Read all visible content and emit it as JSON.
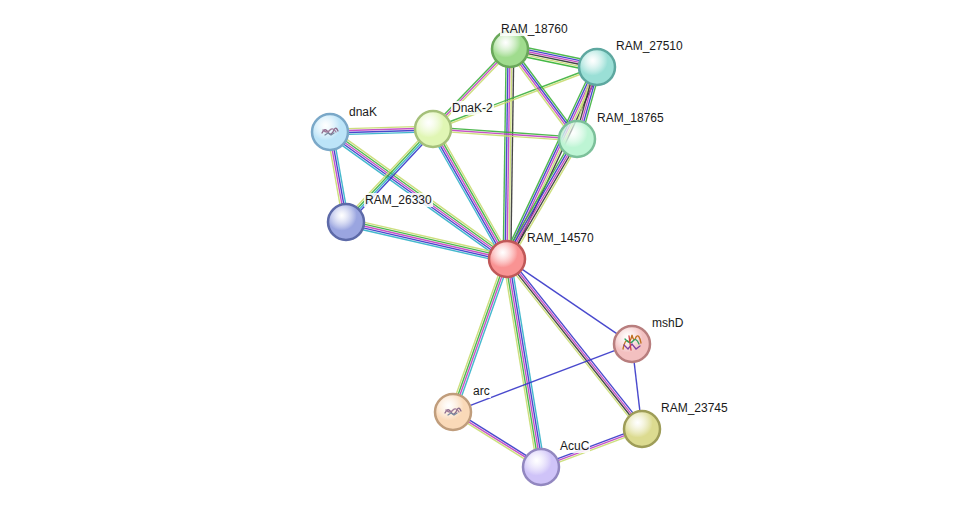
{
  "diagram": {
    "nodes": [
      {
        "text": [
          "RAM_18760"
        ]
      },
      {
        "text": [
          "RAM_27510"
        ]
      },
      {
        "text": [
          "dnaK"
        ]
      },
      {
        "text": [
          "DnaK-2"
        ]
      },
      {
        "text": [
          "RAM_18765"
        ]
      },
      {
        "text": [
          "RAM_26330"
        ]
      },
      {
        "text": [
          "RAM_14570"
        ]
      },
      {
        "text": [
          "mshD"
        ]
      },
      {
        "text": [
          "arc"
        ]
      },
      {
        "text": [
          "RAM_23745"
        ]
      },
      {
        "text": [
          "AcuC"
        ]
      }
    ],
    "edges": [
      {
        "from": 6,
        "to": 0,
        "arrow": "none"
      },
      {
        "from": 6,
        "to": 1,
        "arrow": "none"
      },
      {
        "from": 6,
        "to": 2,
        "arrow": "none"
      },
      {
        "from": 6,
        "to": 3,
        "arrow": "none"
      },
      {
        "from": 6,
        "to": 4,
        "arrow": "none"
      },
      {
        "from": 6,
        "to": 5,
        "arrow": "none"
      },
      {
        "from": 6,
        "to": 7,
        "arrow": "none"
      },
      {
        "from": 6,
        "to": 8,
        "arrow": "none"
      },
      {
        "from": 6,
        "to": 9,
        "arrow": "none"
      },
      {
        "from": 6,
        "to": 10,
        "arrow": "none"
      },
      {
        "from": 3,
        "to": 2,
        "arrow": "none"
      },
      {
        "from": 3,
        "to": 5,
        "arrow": "none"
      },
      {
        "from": 3,
        "to": 0,
        "arrow": "none"
      },
      {
        "from": 3,
        "to": 1,
        "arrow": "none"
      },
      {
        "from": 3,
        "to": 4,
        "arrow": "none"
      },
      {
        "from": 2,
        "to": 5,
        "arrow": "none"
      },
      {
        "from": 0,
        "to": 1,
        "arrow": "none"
      },
      {
        "from": 0,
        "to": 4,
        "arrow": "none"
      },
      {
        "from": 1,
        "to": 4,
        "arrow": "none"
      },
      {
        "from": 8,
        "to": 10,
        "arrow": "none"
      },
      {
        "from": 10,
        "to": 9,
        "arrow": "none"
      },
      {
        "from": 7,
        "to": 8,
        "arrow": "none"
      },
      {
        "from": 7,
        "to": 9,
        "arrow": "none"
      }
    ]
  }
}
